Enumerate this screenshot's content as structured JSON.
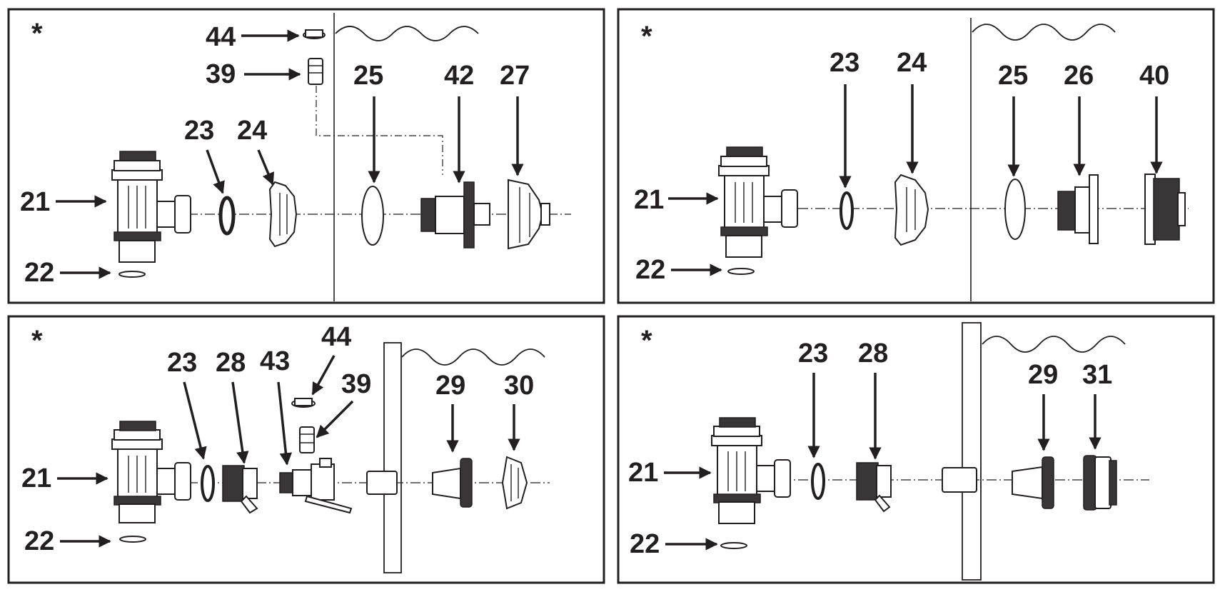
{
  "marker_symbol": "*",
  "panels": [
    {
      "id": "top-left",
      "labels": [
        "44",
        "39",
        "25",
        "42",
        "27",
        "23",
        "24",
        "21",
        "22"
      ]
    },
    {
      "id": "top-right",
      "labels": [
        "23",
        "24",
        "25",
        "26",
        "40",
        "21",
        "22"
      ]
    },
    {
      "id": "bottom-left",
      "labels": [
        "44",
        "23",
        "28",
        "43",
        "39",
        "29",
        "30",
        "21",
        "22"
      ]
    },
    {
      "id": "bottom-right",
      "labels": [
        "23",
        "28",
        "29",
        "31",
        "21",
        "22"
      ]
    }
  ],
  "colors": {
    "ink": "#231f20",
    "background": "#ffffff"
  }
}
